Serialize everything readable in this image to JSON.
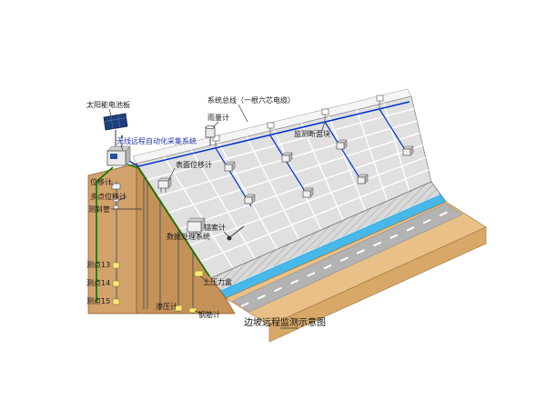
{
  "caption": "边坡远程监测示意图",
  "labels": {
    "solar_panel": "太阳能电池板",
    "wireless_system": "无线远程自动化采集系统",
    "system_bus": "系统总线（一根六芯电缆）",
    "rain_gauge": "雨量计",
    "monitoring_section": "监测断面块",
    "surface_displacement": "表面位移计",
    "displacement_meter": "位移计",
    "multipoint_displacement": "多点位移计",
    "inclinometer_tube": "测斜管",
    "data_processing": "数据处理系统",
    "anchor_cable_meter": "锚索计",
    "point_13": "测点13",
    "point_14": "测点14",
    "point_15": "测点15",
    "earth_pressure_cell": "土压力盒",
    "seepage_meter": "渗压计",
    "rebar_meter": "钢筋计"
  },
  "colors": {
    "soil_face": "#d2a26c",
    "soil_face_dark": "#c49258",
    "slope_face": "#e0e0e0",
    "grid_line": "#ffffff",
    "retaining_wall": "#d9d9d9",
    "drain_channel": "#46b8ea",
    "ground": "#e8c088",
    "ground_front": "#d8a868",
    "road": "#b3b3b3",
    "road_marking": "#ffffff",
    "cable_blue": "#0033cc",
    "cable_green": "#007a00",
    "solar_panel": "#1d3f7a",
    "label_text": "#1a1a1a",
    "label_blue": "#2233aa",
    "marker_yellow": "#ffe96b"
  }
}
